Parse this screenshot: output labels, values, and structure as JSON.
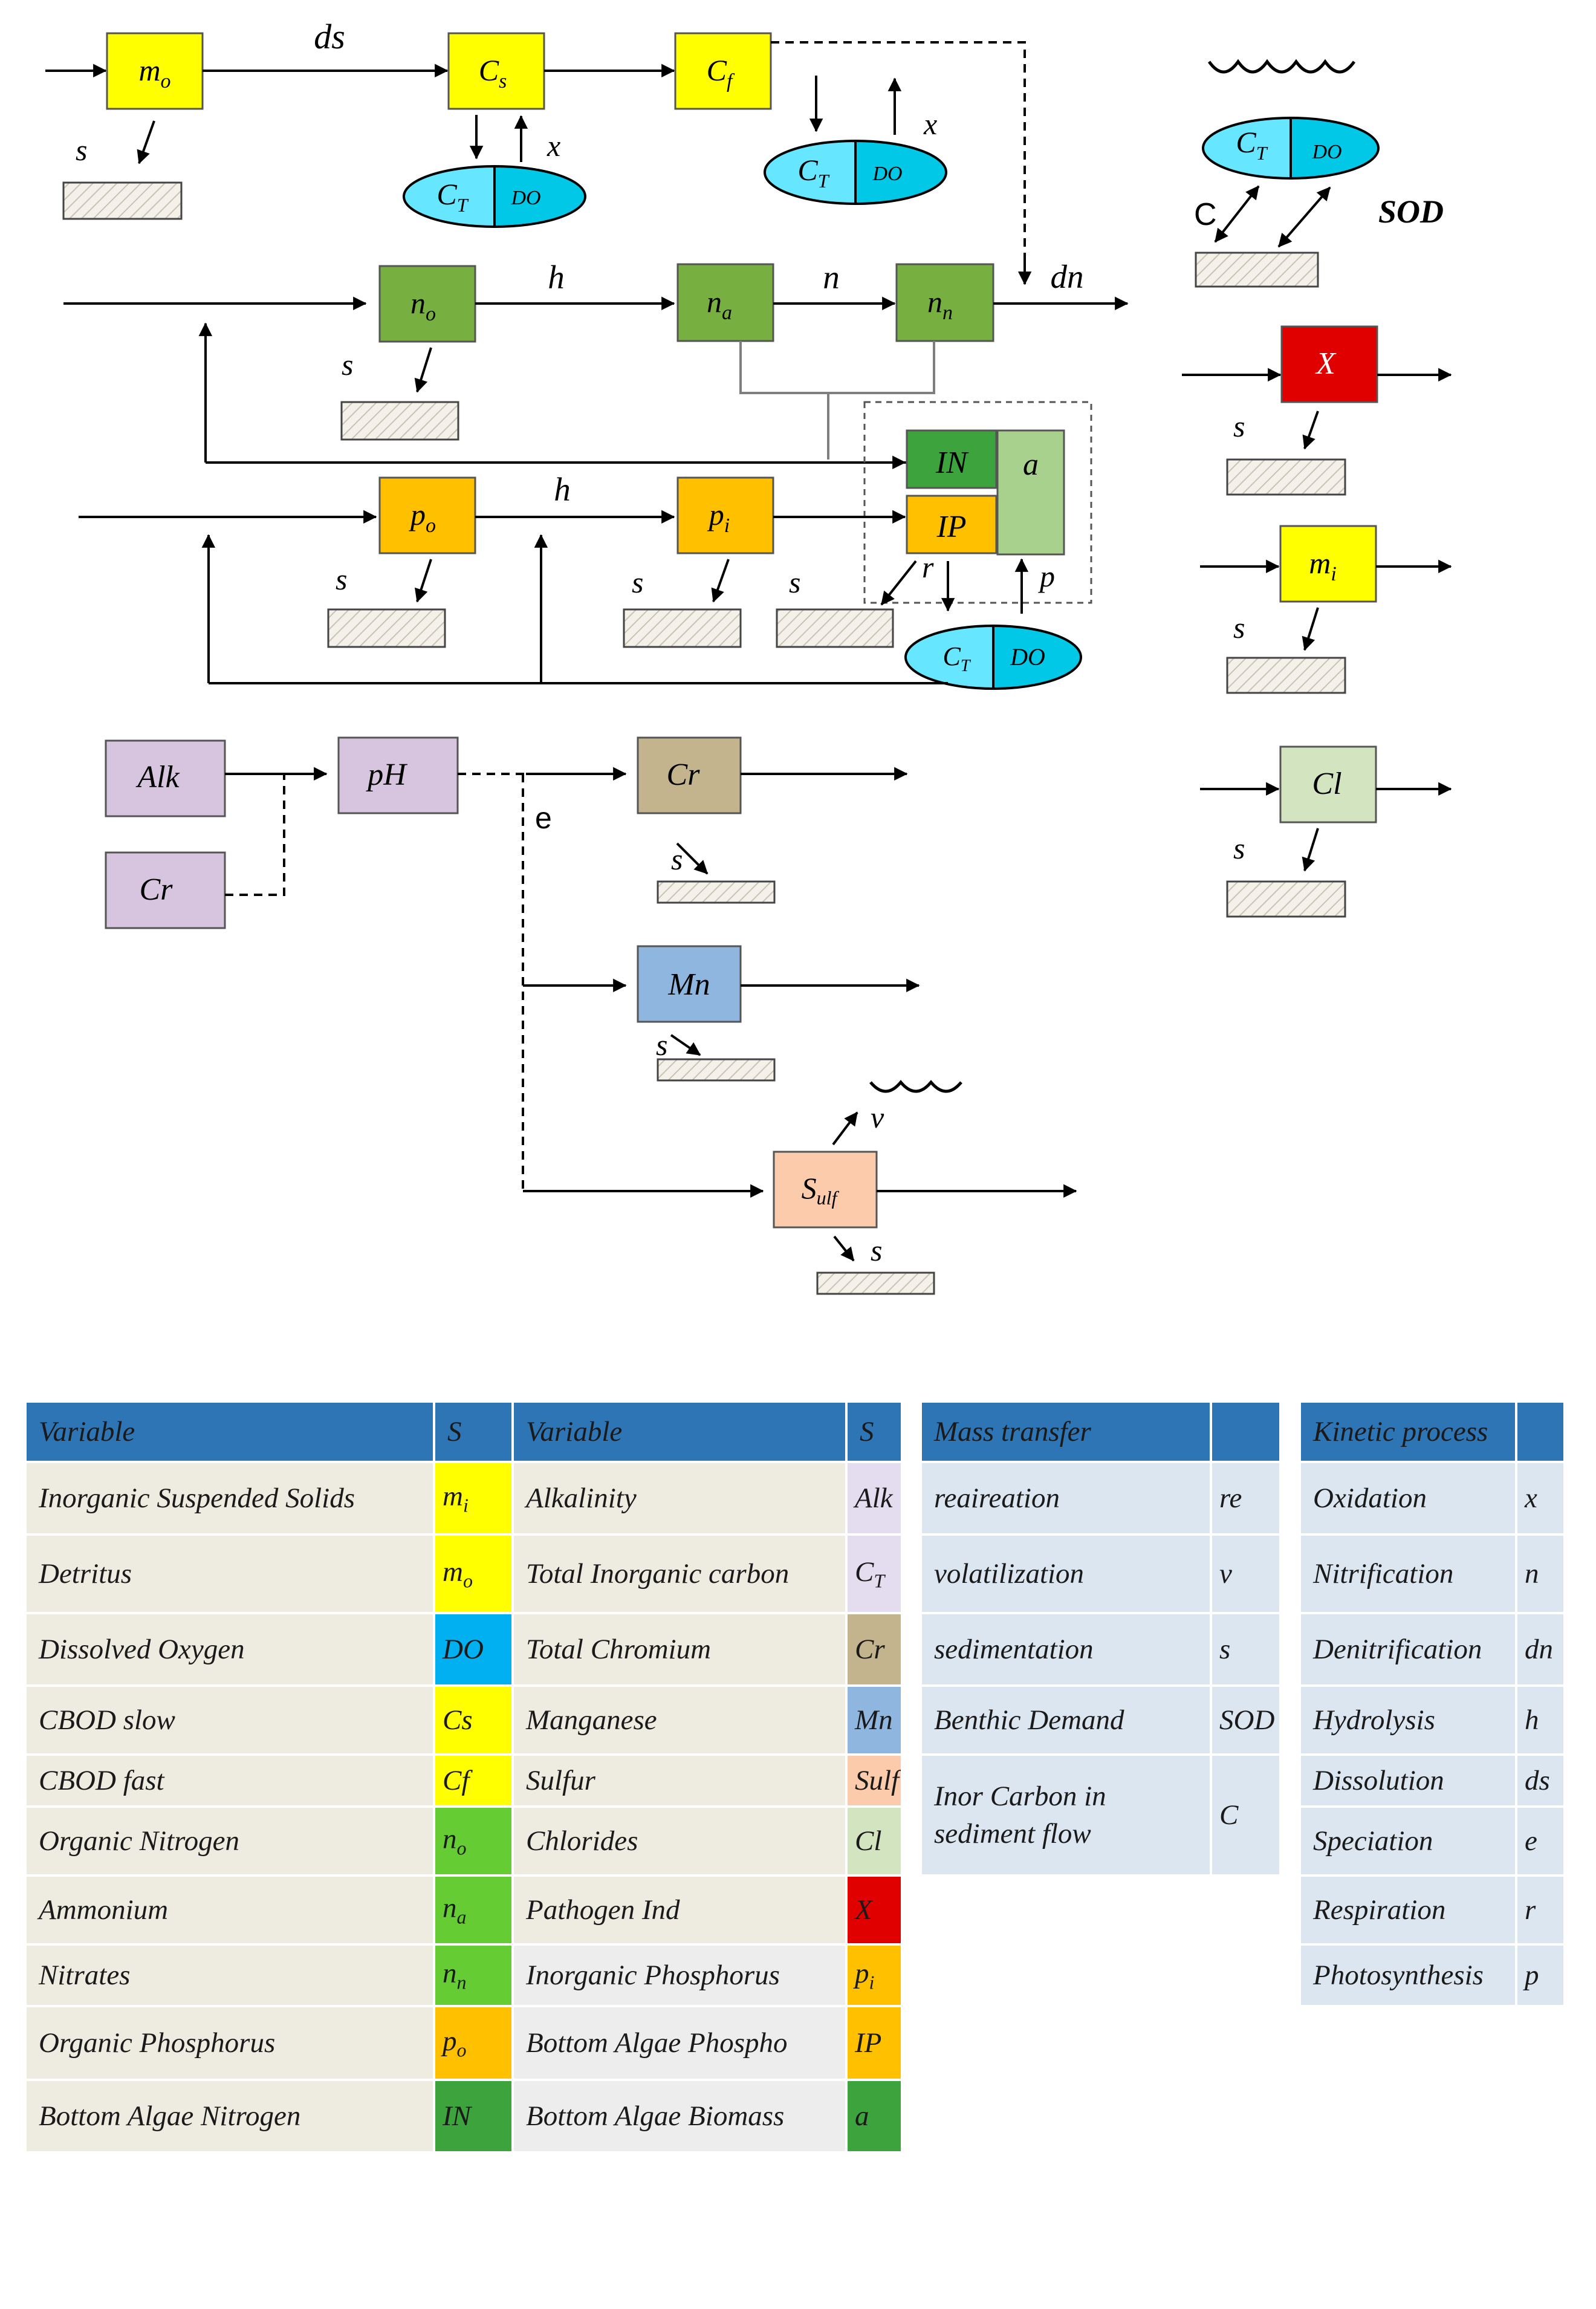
{
  "diagram": {
    "nodes": {
      "mo": {
        "base": "m",
        "sub": "o"
      },
      "cs": {
        "base": "C",
        "sub": "s"
      },
      "cf": {
        "base": "C",
        "sub": "f"
      },
      "no": {
        "base": "n",
        "sub": "o"
      },
      "na": {
        "base": "n",
        "sub": "a"
      },
      "nn": {
        "base": "n",
        "sub": "n"
      },
      "po": {
        "base": "p",
        "sub": "o"
      },
      "pi": {
        "base": "p",
        "sub": "i"
      },
      "in": "IN",
      "ip": "IP",
      "a": "a",
      "x": "X",
      "mi": {
        "base": "m",
        "sub": "i"
      },
      "cl": "Cl",
      "alk": "Alk",
      "ph": "pH",
      "ct": "Cr",
      "cr": "Cr",
      "mn": "Mn",
      "sulf": {
        "base": "S",
        "sub": "ulf"
      }
    },
    "ellipse": {
      "ct": {
        "base": "C",
        "sub": "T"
      },
      "do": "DO"
    },
    "labels": {
      "ds": "ds",
      "s": "s",
      "x": "x",
      "h": "h",
      "n": "n",
      "dn": "dn",
      "r": "r",
      "p": "p",
      "c": "C",
      "sod": "SOD",
      "e": "e",
      "v": "v"
    },
    "colors": {
      "yellow": "#ffff00",
      "cyan": "#00ffff",
      "green": "#77b040",
      "orange": "#ffc000",
      "darkgreen": "#3da33d",
      "lightgreen": "#a9d18e",
      "red": "#e00000",
      "lightgreen2": "#d3e4c0",
      "purple": "#d7c5e0",
      "tan": "#c4b48e",
      "blue": "#8eb6de",
      "peach": "#fbcbac"
    }
  },
  "legend": {
    "variables": {
      "headers": [
        "Variable",
        "S",
        "Variable",
        "S"
      ],
      "rows": [
        {
          "name1": "Inorganic Suspended Solids",
          "sym1": {
            "base": "m",
            "sub": "i"
          },
          "color1": "#ffff00",
          "name2": "Alkalinity",
          "sym2": "Alk",
          "color2": "#e4dcef"
        },
        {
          "name1": "Detritus",
          "sym1": {
            "base": "m",
            "sub": "o"
          },
          "color1": "#ffff00",
          "name2": "Total Inorganic carbon",
          "sym2": {
            "base": "C",
            "sub": "T"
          },
          "color2": "#e4dcef"
        },
        {
          "name1": "Dissolved Oxygen",
          "sym1": "DO",
          "color1": "#00b0f0",
          "name2": "Total Chromium",
          "sym2": "Cr",
          "color2": "#c4b48e"
        },
        {
          "name1": "CBOD slow",
          "sym1": "Cs",
          "color1": "#ffff00",
          "name2": "Manganese",
          "sym2": "Mn",
          "color2": "#8eb6de"
        },
        {
          "name1": "CBOD fast",
          "sym1": "Cf",
          "color1": "#ffff00",
          "name2": "Sulfur",
          "sym2": "Sulf",
          "color2": "#fbcbac"
        },
        {
          "name1": "Organic Nitrogen",
          "sym1": {
            "base": "n",
            "sub": "o"
          },
          "color1": "#66cc33",
          "name2": "Chlorides",
          "sym2": "Cl",
          "color2": "#d3e4c0"
        },
        {
          "name1": "Ammonium",
          "sym1": {
            "base": "n",
            "sub": "a"
          },
          "color1": "#66cc33",
          "name2": "Pathogen Ind",
          "sym2": "X",
          "color2": "#e00000"
        },
        {
          "name1": "Nitrates",
          "sym1": {
            "base": "n",
            "sub": "n"
          },
          "color1": "#66cc33",
          "name2": "Inorganic Phosphorus",
          "sym2": {
            "base": "p",
            "sub": "i"
          },
          "color2": "#ffc000"
        },
        {
          "name1": "Organic Phosphorus",
          "sym1": {
            "base": "p",
            "sub": "o"
          },
          "color1": "#ffc000",
          "name2": "Bottom Algae Phospho",
          "sym2": "IP",
          "color2": "#ffc000"
        },
        {
          "name1": "Bottom Algae Nitrogen",
          "sym1": "IN",
          "color1": "#3da33d",
          "name2": "Bottom Algae Biomass",
          "sym2": "a",
          "color2": "#3da33d"
        }
      ]
    },
    "mass_transfer": {
      "headers": [
        "Mass transfer",
        ""
      ],
      "rows": [
        {
          "name": "reaireation",
          "sym": "re"
        },
        {
          "name": "volatilization",
          "sym": "v"
        },
        {
          "name": "sedimentation",
          "sym": "s"
        },
        {
          "name": "Benthic Demand",
          "sym": "SOD"
        },
        {
          "name": "Inor Carbon in sediment flow",
          "sym": "C"
        }
      ]
    },
    "kinetic": {
      "headers": [
        "Kinetic process",
        ""
      ],
      "rows": [
        {
          "name": "Oxidation",
          "sym": "x"
        },
        {
          "name": "Nitrification",
          "sym": "n"
        },
        {
          "name": "Denitrification",
          "sym": "dn"
        },
        {
          "name": "Hydrolysis",
          "sym": "h"
        },
        {
          "name": "Dissolution",
          "sym": "ds"
        },
        {
          "name": "Speciation",
          "sym": "e"
        },
        {
          "name": "Respiration",
          "sym": "r"
        },
        {
          "name": "Photosynthesis",
          "sym": "p"
        }
      ]
    }
  }
}
